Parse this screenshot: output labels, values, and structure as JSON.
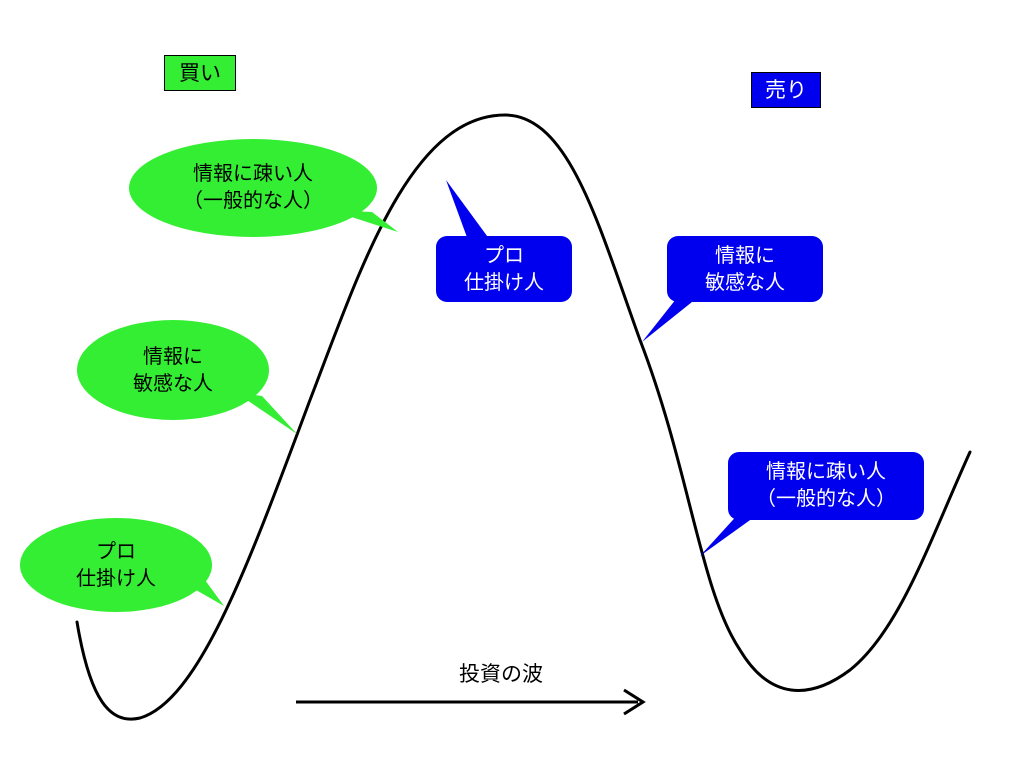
{
  "labels": {
    "buy": "買い",
    "sell": "売り"
  },
  "buy_side": {
    "bubbles": [
      {
        "line1": "情報に疎い人",
        "line2": "（一般的な人）"
      },
      {
        "line1": "情報に",
        "line2": "敏感な人"
      },
      {
        "line1": "プロ",
        "line2": "仕掛け人"
      }
    ]
  },
  "sell_side": {
    "bubbles": [
      {
        "line1": "プロ",
        "line2": "仕掛け人"
      },
      {
        "line1": "情報に",
        "line2": "敏感な人"
      },
      {
        "line1": "情報に疎い人",
        "line2": "（一般的な人）"
      }
    ]
  },
  "caption": "投資の波",
  "colors": {
    "buy_green": "#33ee33",
    "sell_blue": "#0000ee",
    "curve": "#000000"
  }
}
